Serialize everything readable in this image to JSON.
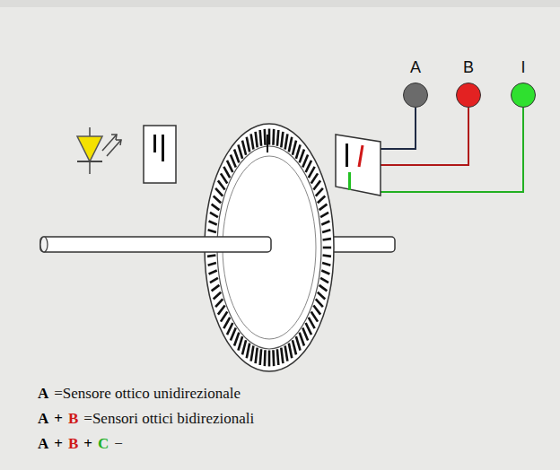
{
  "diagram": {
    "nodes": [
      {
        "text": [
          "A"
        ]
      },
      {
        "text": [
          "B"
        ]
      },
      {
        "text": [
          "I"
        ]
      }
    ],
    "labels": [
      "A",
      "=Sensore ottico unidirezionale",
      "A",
      "+",
      "B",
      "=Sensori ottici bidirezionali",
      "A",
      "+",
      "B",
      "+",
      "C",
      "−"
    ]
  }
}
